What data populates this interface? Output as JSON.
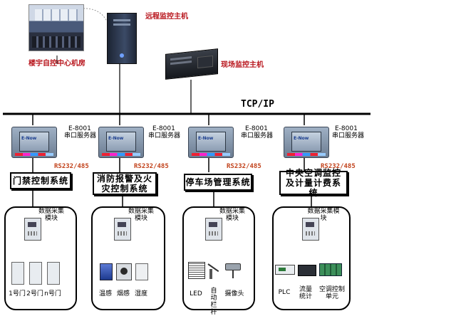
{
  "top": {
    "control_room_label": "楼宇自控中心机房",
    "remote_host_label": "远程监控主机",
    "local_host_label": "现场监控主机"
  },
  "network_label": "TCP/IP",
  "columns": [
    {
      "device_model": "E-8001",
      "device_type": "串口服务器",
      "interface": "RS232/485",
      "system_name": "门禁控制系统",
      "module_label": "数据采集模块",
      "leaves": [
        "1号门",
        "2号门",
        "n号门"
      ]
    },
    {
      "device_model": "E-8001",
      "device_type": "串口服务器",
      "interface": "RS232/485",
      "system_name": "消防报警及火灾控制系统",
      "module_label": "数据采集模块",
      "leaves": [
        "温感",
        "烟感",
        "湿度"
      ]
    },
    {
      "device_model": "E-8001",
      "device_type": "串口服务器",
      "interface": "RS232/485",
      "system_name": "停车场管理系统",
      "module_label": "数据采集模块",
      "leaves": [
        "LED",
        "自动栏杆",
        "摄像头"
      ]
    },
    {
      "device_model": "E-8001",
      "device_type": "串口服务器",
      "interface": "RS232/485",
      "system_name": "中央空调监控及计量计费系统",
      "module_label": "数据采集模块",
      "leaves": [
        "PLC",
        "流量统计",
        "空调控制单元"
      ]
    }
  ]
}
